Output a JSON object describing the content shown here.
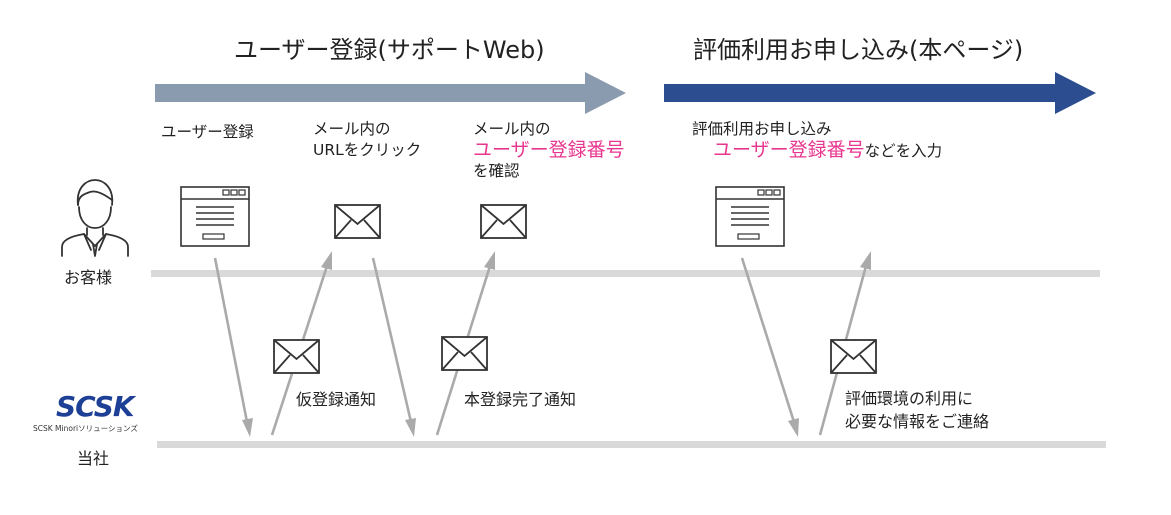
{
  "phases": [
    {
      "title": "ユーザー登録(サポートWeb)",
      "color": "#8a9bb0"
    },
    {
      "title": "評価利用お申し込み(本ページ)",
      "color": "#2c4d8f"
    }
  ],
  "steps": {
    "user_register": "ユーザー登録",
    "click_url_line1": "メール内の",
    "click_url_line2": "URLをクリック",
    "confirm_line1": "メール内の",
    "confirm_highlight": "ユーザー登録番号",
    "confirm_line3": "を確認",
    "apply_line1": "評価利用お申し込み",
    "apply_highlight": "ユーザー登録番号",
    "apply_suffix": "などを入力"
  },
  "lanes": {
    "customer": "お客様",
    "company": "当社"
  },
  "logo": {
    "name": "SCSK",
    "sub": "SCSK Minoriソリューションズ"
  },
  "messages": {
    "temp_register": "仮登録通知",
    "complete_register": "本登録完了通知",
    "env_line1": "評価環境の利用に",
    "env_line2": "必要な情報をご連絡"
  },
  "colors": {
    "highlight": "#e8368f",
    "lane": "#d9d9d9",
    "flow": "#aaaaaa",
    "brand": "#1e3f96"
  }
}
